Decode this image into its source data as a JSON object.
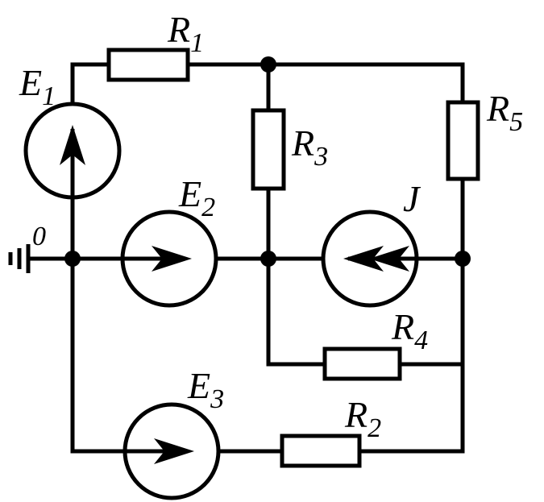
{
  "labels": {
    "R1": {
      "main": "R",
      "sub": "1"
    },
    "R2": {
      "main": "R",
      "sub": "2"
    },
    "R3": {
      "main": "R",
      "sub": "3"
    },
    "R4": {
      "main": "R",
      "sub": "4"
    },
    "R5": {
      "main": "R",
      "sub": "5"
    },
    "E1": {
      "main": "E",
      "sub": "1"
    },
    "E2": {
      "main": "E",
      "sub": "2"
    },
    "E3": {
      "main": "E",
      "sub": "3"
    },
    "J": "J",
    "ground_node": "0"
  }
}
